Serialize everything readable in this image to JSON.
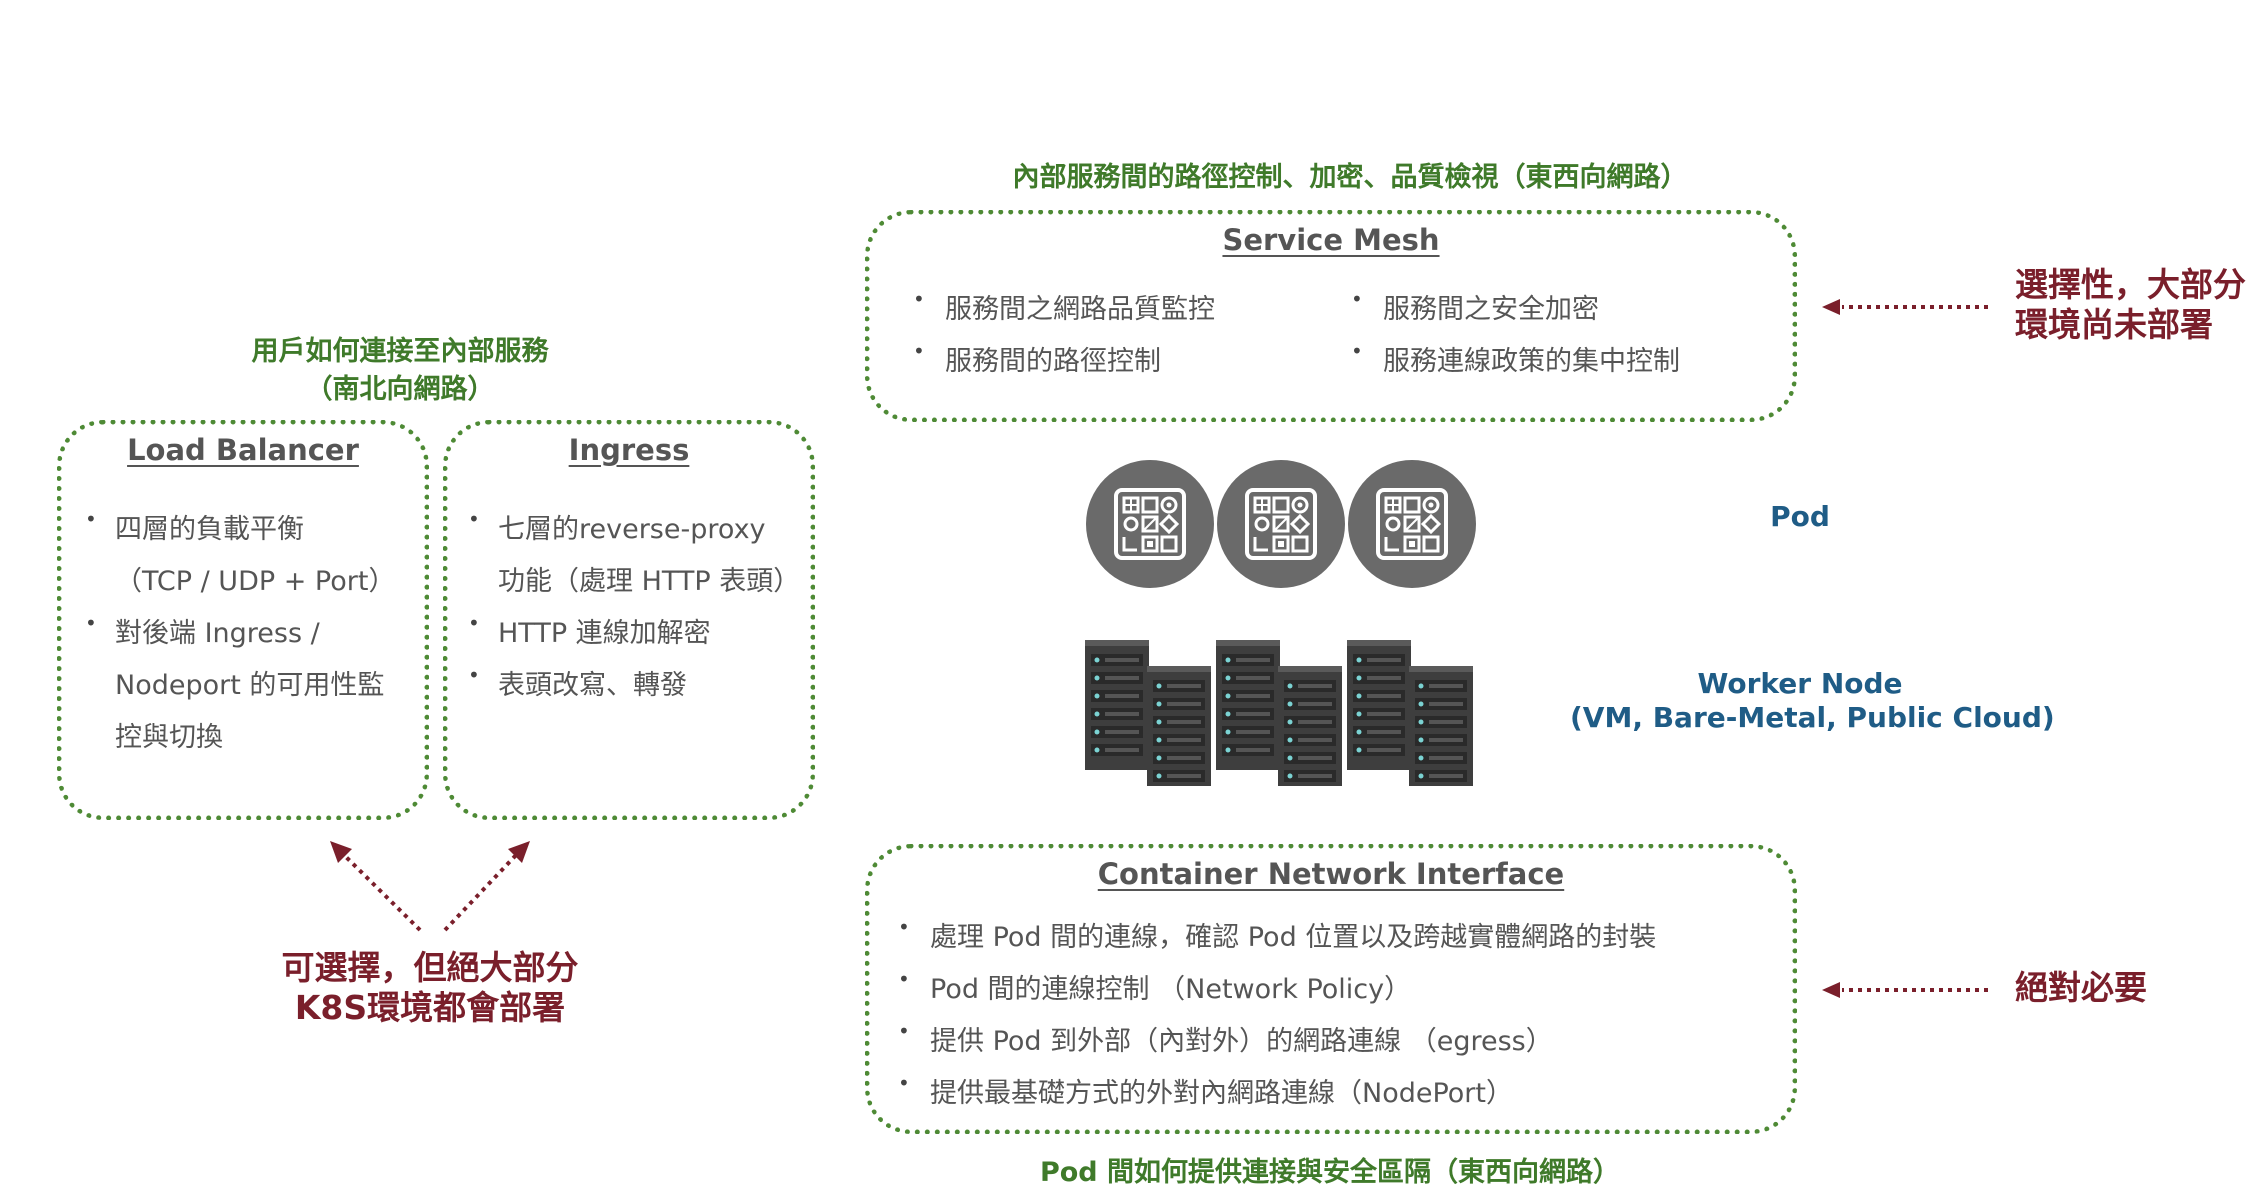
{
  "service_mesh": {
    "heading": "內部服務間的路徑控制、加密、品質檢視（東西向網路）",
    "title": "Service Mesh",
    "items_left": [
      "服務間之網路品質監控",
      "服務間的路徑控制"
    ],
    "items_right": [
      "服務間之安全加密",
      "服務連線政策的集中控制"
    ],
    "note_line1": "選擇性，大部分",
    "note_line2": "環境尚未部署"
  },
  "north_south": {
    "heading_line1": "用戶如何連接至內部服務",
    "heading_line2": "（南北向網路）",
    "load_balancer": {
      "title": "Load Balancer",
      "item1_line1": "四層的負載平衡",
      "item1_line2": "（TCP / UDP + Port）",
      "item2_line1": "對後端 Ingress /",
      "item2_line2": "Nodeport 的可用性監",
      "item2_line3": "控與切換"
    },
    "ingress": {
      "title": "Ingress",
      "item1_line1": "七層的reverse-proxy",
      "item1_line2": "功能（處理 HTTP 表頭）",
      "item2": "HTTP 連線加解密",
      "item3": "表頭改寫、轉發"
    },
    "note_line1": "可選擇，但絕大部分",
    "note_line2": "K8S環境都會部署"
  },
  "pod_label": "Pod",
  "worker_node": {
    "line1": "Worker Node",
    "line2": "(VM, Bare-Metal, Public Cloud)"
  },
  "cni": {
    "title": "Container Network Interface",
    "items": [
      "處理 Pod 間的連線，確認 Pod 位置以及跨越實體網路的封裝",
      "Pod 間的連線控制 （Network Policy）",
      "提供 Pod 到外部（內對外）的網路連線 （egress）",
      "提供最基礎方式的外對內網路連線（NodePort）"
    ],
    "heading": "Pod 間如何提供連接與安全區隔（東西向網路）",
    "note": "絕對必要"
  },
  "colors": {
    "green": "#4e8a35",
    "maroon": "#7a1f2b",
    "blue": "#1f5c86",
    "gray_icon": "#6a6a6a"
  },
  "icons": {
    "pod": "app-grid-icon",
    "server": "server-rack-icon",
    "bullet": "bullet-dot"
  }
}
